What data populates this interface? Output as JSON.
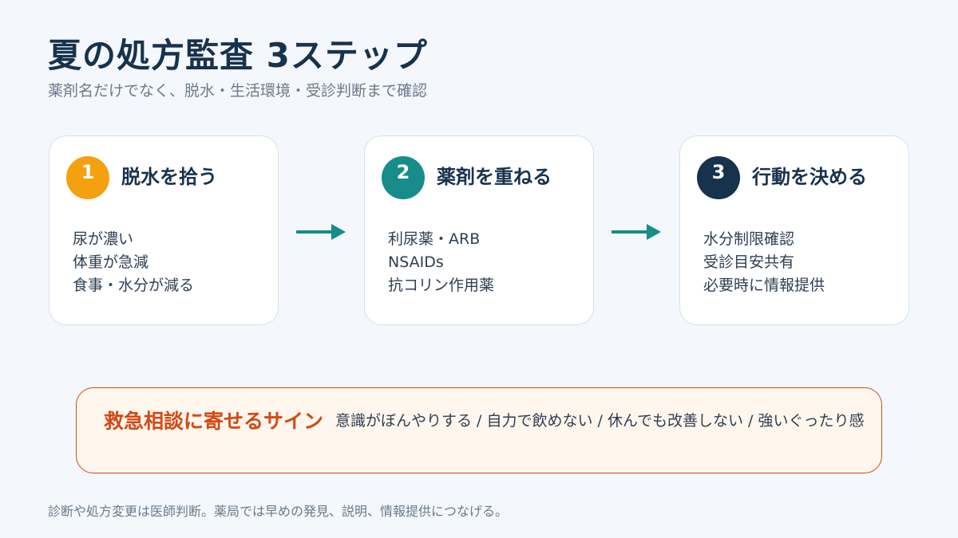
{
  "header": {
    "title": "夏の処方監査 3ステップ",
    "subtitle": "薬剤名だけでなく、脱水・生活環境・受診判断まで確認"
  },
  "steps": [
    {
      "number": "1",
      "title": "脱水を拾う",
      "color": "#f5a00f",
      "lines": [
        "尿が濃い",
        "体重が急減",
        "食事・水分が減る"
      ]
    },
    {
      "number": "2",
      "title": "薬剤を重ねる",
      "color": "#178c8a",
      "lines": [
        "利尿薬・ARB",
        "NSAIDs",
        "抗コリン作用薬"
      ]
    },
    {
      "number": "3",
      "title": "行動を決める",
      "color": "#16324d",
      "lines": [
        "水分制限確認",
        "受診目安共有",
        "必要時に情報提供"
      ]
    }
  ],
  "alert": {
    "title": "救急相談に寄せるサイン",
    "text": "意識がぼんやりする / 自力で飲めない / 休んでも改善しない / 強いぐったり感",
    "color": "#d24a15"
  },
  "footnote": "診断や処方変更は医師判断。薬局では早めの発見、説明、情報提供につなげる。",
  "colors": {
    "arrow": "#178c8a",
    "background": "#f4f7fb"
  }
}
